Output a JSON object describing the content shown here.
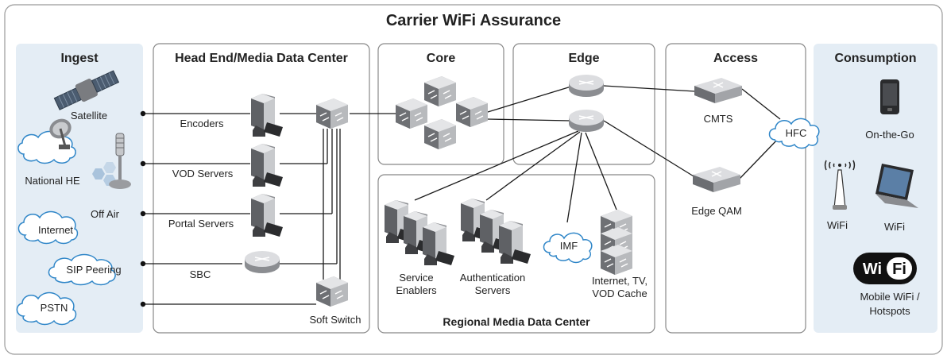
{
  "title": "Carrier WiFi Assurance",
  "sections": {
    "ingest": "Ingest",
    "headend": "Head End/Media Data Center",
    "core": "Core",
    "edge": "Edge",
    "access": "Access",
    "consumption": "Consumption",
    "regional": "Regional Media Data Center"
  },
  "labels": {
    "satellite": "Satellite",
    "national_he": "National HE",
    "off_air": "Off Air",
    "internet": "Internet",
    "sip_peering": "SIP Peering",
    "pstn": "PSTN",
    "encoders": "Encoders",
    "vod_servers": "VOD Servers",
    "portal_servers": "Portal Servers",
    "sbc": "SBC",
    "soft_switch": "Soft Switch",
    "service_enablers_1": "Service",
    "service_enablers_2": "Enablers",
    "auth_servers_1": "Authentication",
    "auth_servers_2": "Servers",
    "imf": "IMF",
    "cache_1": "Internet, TV,",
    "cache_2": "VOD Cache",
    "cmts": "CMTS",
    "hfc": "HFC",
    "edge_qam": "Edge QAM",
    "on_the_go": "On-the-Go",
    "wifi_antenna": "WiFi",
    "wifi_laptop": "WiFi",
    "mobile_wifi_1": "Mobile WiFi /",
    "mobile_wifi_2": "Hotspots",
    "wifi_logo_left": "Wi",
    "wifi_logo_right": "Fi"
  },
  "colors": {
    "ingest_bg": "#e4edf5",
    "consumption_bg": "#e4edf5",
    "device_dark": "#6d6f72",
    "device_light": "#d3d5d8",
    "cloud_stroke": "#2f86c8"
  }
}
